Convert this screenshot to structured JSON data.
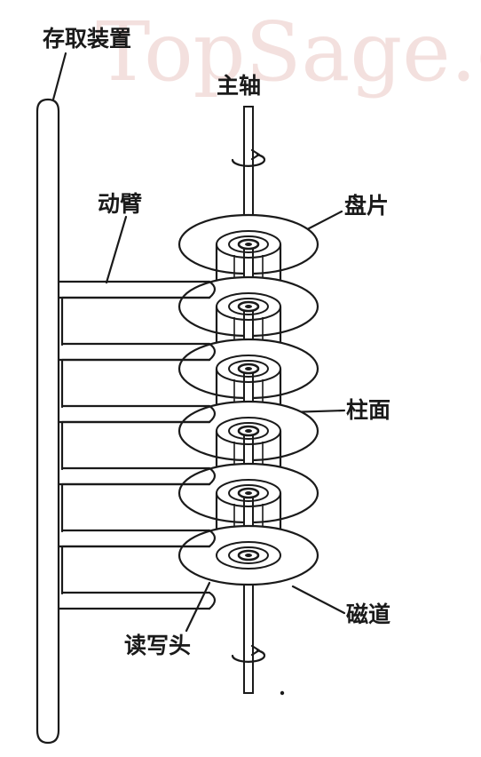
{
  "watermark": "TopSage.c",
  "labels": {
    "access_device": "存取装置",
    "spindle": "主轴",
    "arm": "动臂",
    "platter": "盘片",
    "cylinder": "柱面",
    "track": "磁道",
    "head": "读写头"
  },
  "platter_count": 6
}
